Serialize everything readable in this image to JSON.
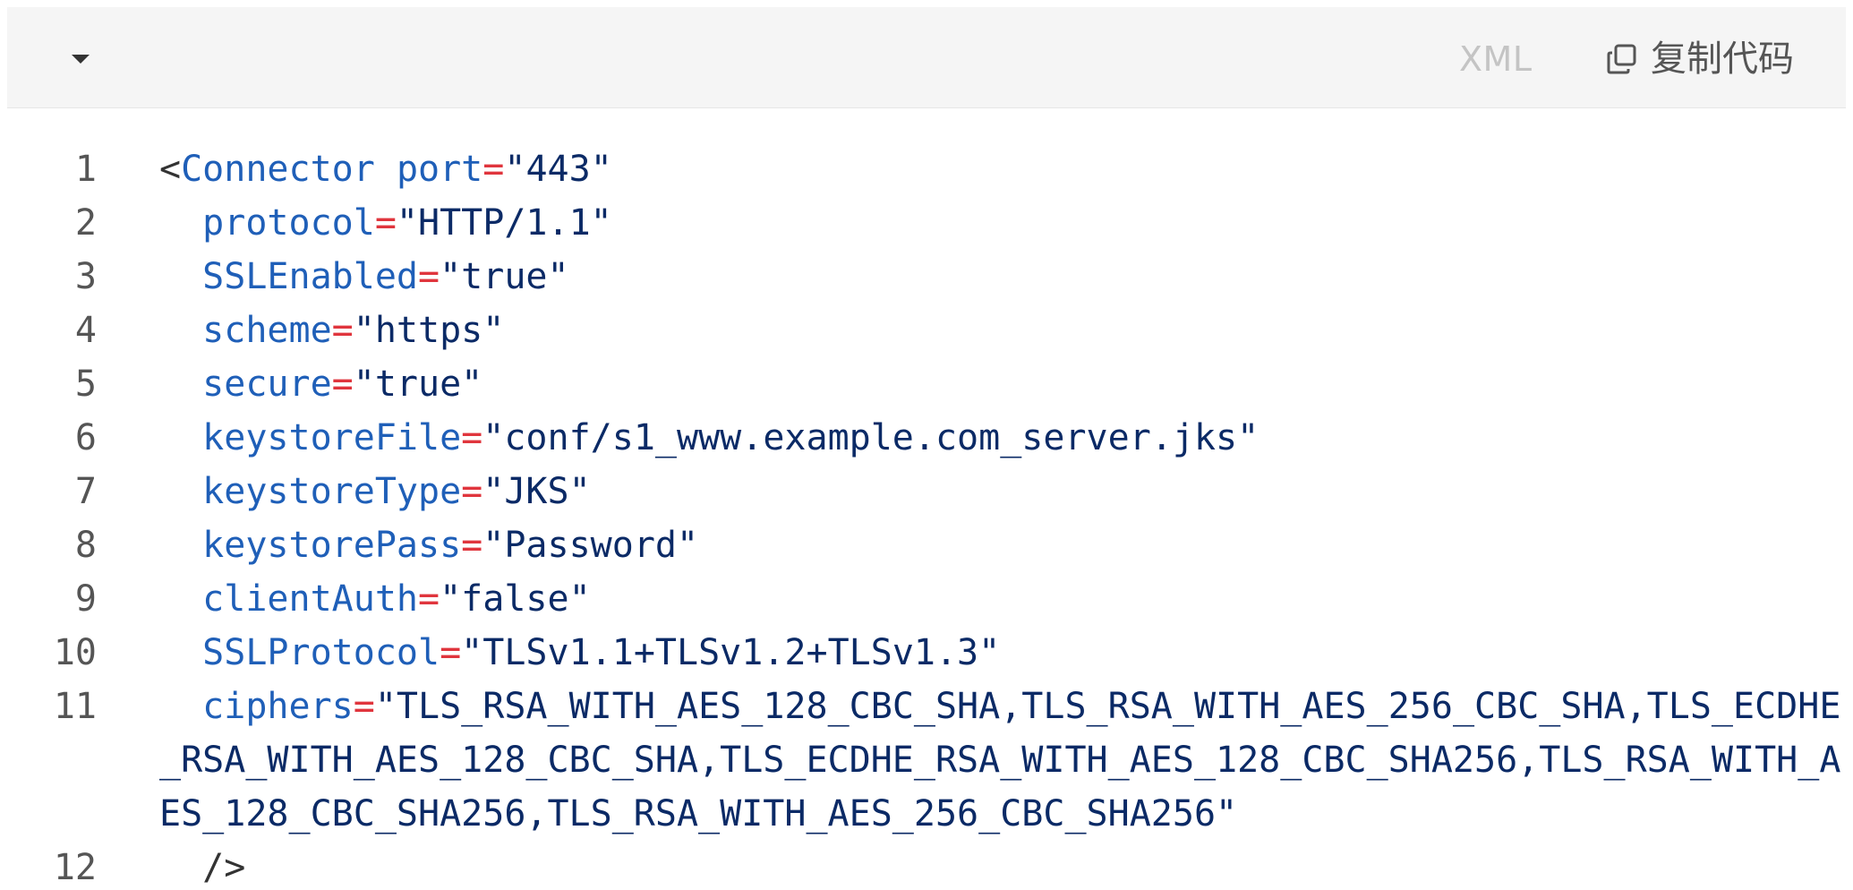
{
  "toolbar": {
    "collapse_icon": "caret-down-icon",
    "language": "XML",
    "copy_icon": "copy-icon",
    "copy_label": "复制代码"
  },
  "code": {
    "lines": [
      {
        "no": "1",
        "tokens": [
          {
            "t": "punct",
            "v": "<"
          },
          {
            "t": "tag",
            "v": "Connector"
          },
          {
            "t": "punct",
            "v": " "
          },
          {
            "t": "attr",
            "v": "port"
          },
          {
            "t": "eq",
            "v": "="
          },
          {
            "t": "str",
            "v": "\"443\""
          }
        ]
      },
      {
        "no": "2",
        "tokens": [
          {
            "t": "punct",
            "v": "  "
          },
          {
            "t": "attr",
            "v": "protocol"
          },
          {
            "t": "eq",
            "v": "="
          },
          {
            "t": "str",
            "v": "\"HTTP/1.1\""
          }
        ]
      },
      {
        "no": "3",
        "tokens": [
          {
            "t": "punct",
            "v": "  "
          },
          {
            "t": "attr",
            "v": "SSLEnabled"
          },
          {
            "t": "eq",
            "v": "="
          },
          {
            "t": "str",
            "v": "\"true\""
          }
        ]
      },
      {
        "no": "4",
        "tokens": [
          {
            "t": "punct",
            "v": "  "
          },
          {
            "t": "attr",
            "v": "scheme"
          },
          {
            "t": "eq",
            "v": "="
          },
          {
            "t": "str",
            "v": "\"https\""
          }
        ]
      },
      {
        "no": "5",
        "tokens": [
          {
            "t": "punct",
            "v": "  "
          },
          {
            "t": "attr",
            "v": "secure"
          },
          {
            "t": "eq",
            "v": "="
          },
          {
            "t": "str",
            "v": "\"true\""
          }
        ]
      },
      {
        "no": "6",
        "tokens": [
          {
            "t": "punct",
            "v": "  "
          },
          {
            "t": "attr",
            "v": "keystoreFile"
          },
          {
            "t": "eq",
            "v": "="
          },
          {
            "t": "str",
            "v": "\"conf/s1_www.example.com_server.jks\""
          }
        ]
      },
      {
        "no": "7",
        "tokens": [
          {
            "t": "punct",
            "v": "  "
          },
          {
            "t": "attr",
            "v": "keystoreType"
          },
          {
            "t": "eq",
            "v": "="
          },
          {
            "t": "str",
            "v": "\"JKS\""
          }
        ]
      },
      {
        "no": "8",
        "tokens": [
          {
            "t": "punct",
            "v": "  "
          },
          {
            "t": "attr",
            "v": "keystorePass"
          },
          {
            "t": "eq",
            "v": "="
          },
          {
            "t": "str",
            "v": "\"Password\""
          }
        ]
      },
      {
        "no": "9",
        "tokens": [
          {
            "t": "punct",
            "v": "  "
          },
          {
            "t": "attr",
            "v": "clientAuth"
          },
          {
            "t": "eq",
            "v": "="
          },
          {
            "t": "str",
            "v": "\"false\""
          }
        ]
      },
      {
        "no": "10",
        "tokens": [
          {
            "t": "punct",
            "v": "  "
          },
          {
            "t": "attr",
            "v": "SSLProtocol"
          },
          {
            "t": "eq",
            "v": "="
          },
          {
            "t": "str",
            "v": "\"TLSv1.1+TLSv1.2+TLSv1.3\""
          }
        ]
      },
      {
        "no": "11",
        "tokens": [
          {
            "t": "punct",
            "v": "  "
          },
          {
            "t": "attr",
            "v": "ciphers"
          },
          {
            "t": "eq",
            "v": "="
          },
          {
            "t": "str",
            "v": "\"TLS_RSA_WITH_AES_128_CBC_SHA,TLS_RSA_WITH_AES_256_CBC_SHA,TLS_ECDHE_RSA_WITH_AES_128_CBC_SHA,TLS_ECDHE_RSA_WITH_AES_128_CBC_SHA256,TLS_RSA_WITH_AES_128_CBC_SHA256,TLS_RSA_WITH_AES_256_CBC_SHA256\""
          }
        ]
      },
      {
        "no": "12",
        "tokens": [
          {
            "t": "punct",
            "v": "  />"
          }
        ]
      }
    ]
  },
  "colors": {
    "toolbar_bg": "#f5f5f5",
    "tag": "#1f5fb8",
    "attr": "#1f5fb8",
    "equals": "#e0353d",
    "string": "#0b2a66",
    "line_number": "#555555",
    "language_label": "#c4c4c4"
  }
}
